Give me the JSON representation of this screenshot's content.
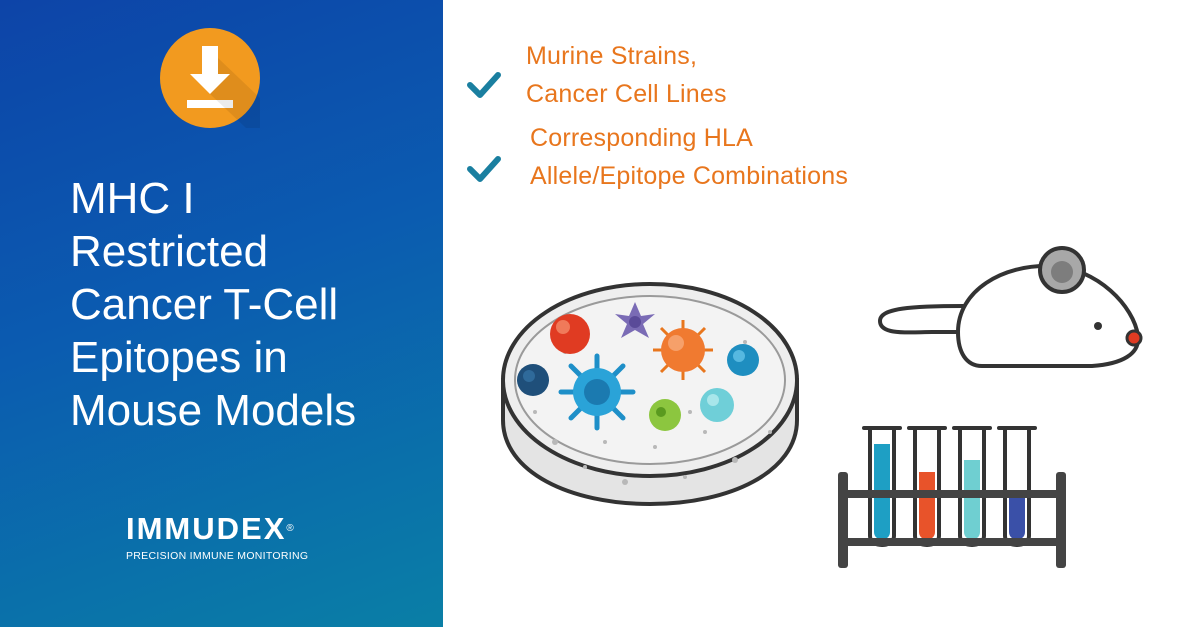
{
  "banner": {
    "download_icon": "download-icon",
    "title_lines": [
      "MHC I",
      "Restricted",
      "Cancer T-Cell",
      "Epitopes in",
      "Mouse Models"
    ],
    "brand": {
      "name": "IMMUDEX",
      "registered_mark": "®",
      "tagline": "PRECISION IMMUNE MONITORING"
    }
  },
  "features": [
    {
      "icon": "checkmark-icon",
      "lines": [
        "Murine Strains,",
        "Cancer Cell Lines"
      ]
    },
    {
      "icon": "checkmark-icon",
      "lines": [
        "Corresponding HLA",
        "Allele/Epitope Combinations"
      ]
    }
  ],
  "illustrations": [
    "petri-dish-cells-illustration",
    "lab-mouse-illustration",
    "test-tubes-rack-illustration"
  ],
  "colors": {
    "panel_blue": "#0d44a8",
    "panel_teal": "#0a7fa6",
    "accent_orange": "#e8761d",
    "badge_orange": "#f29a1f",
    "check_teal": "#1a7fa0"
  }
}
